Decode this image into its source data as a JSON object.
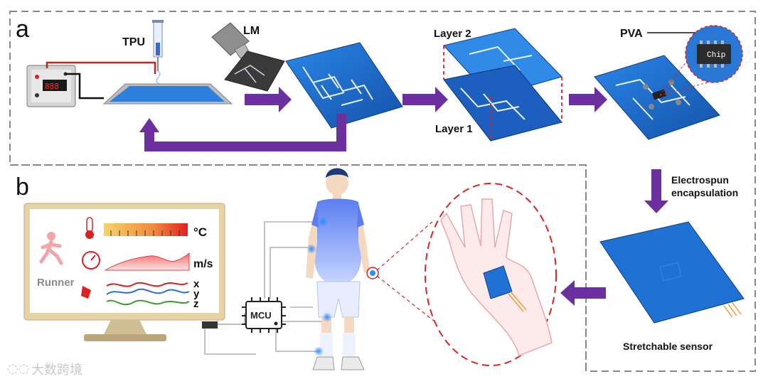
{
  "panel_a": {
    "label": "a",
    "tpu": "TPU",
    "lm": "LM",
    "layer2": "Layer 2",
    "layer1": "Layer 1",
    "pva": "PVA",
    "chip": "Chip",
    "encap_line1": "Electrospun",
    "encap_line2": "encapsulation",
    "stretchable": "Stretchable sensor"
  },
  "panel_b": {
    "label": "b",
    "temp_unit": "°C",
    "speed_unit": "m/s",
    "runner": "Runner",
    "axis_x": "x",
    "axis_y": "y",
    "axis_z": "z",
    "mcu": "MCU"
  },
  "watermark": "大数跨境",
  "colors": {
    "blue": "#1e6fd0",
    "purple": "#6b2fa0",
    "red_dash": "#e02020",
    "gray_dash": "#8a8a8a"
  }
}
